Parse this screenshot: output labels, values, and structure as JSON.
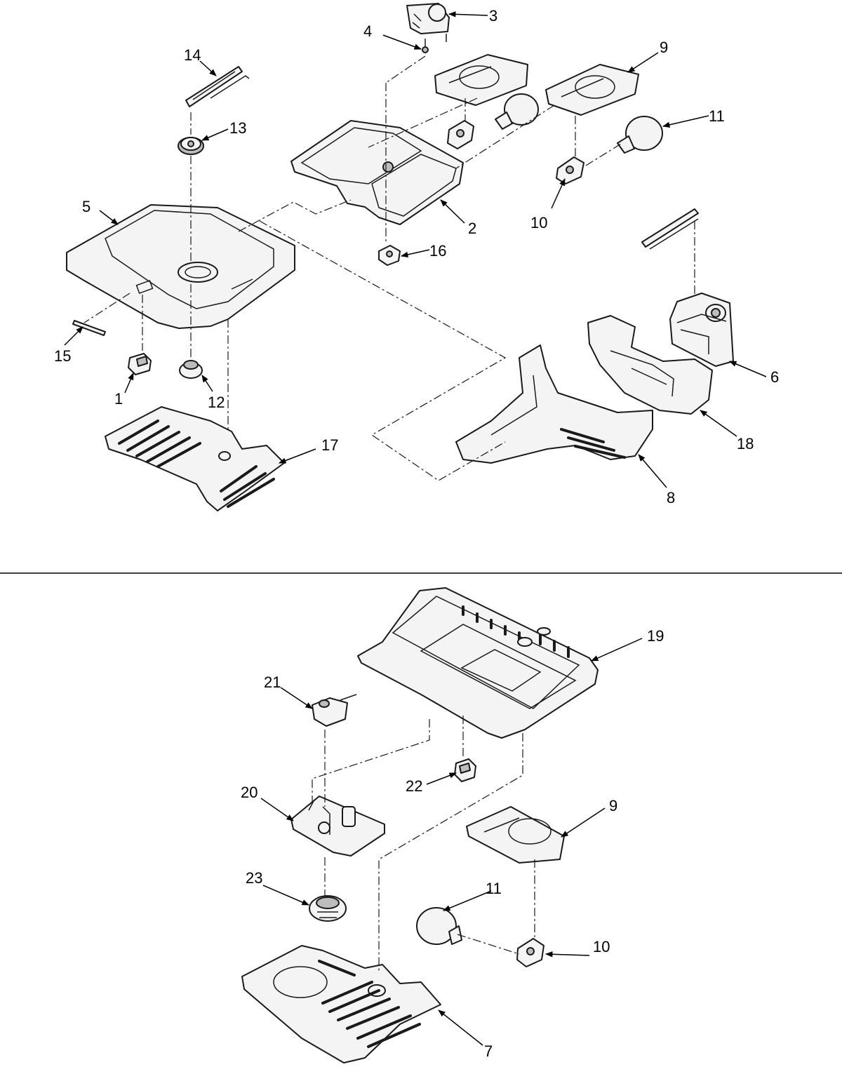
{
  "callouts": {
    "c1": "1",
    "c2": "2",
    "c3": "3",
    "c4": "4",
    "c5": "5",
    "c6": "6",
    "c7": "7",
    "c8": "8",
    "c9_top": "9",
    "c9_bottom": "9",
    "c10_top": "10",
    "c10_bottom": "10",
    "c11_top": "11",
    "c11_bottom": "11",
    "c12": "12",
    "c13": "13",
    "c14": "14",
    "c15": "15",
    "c16": "16",
    "c17": "17",
    "c18": "18",
    "c19": "19",
    "c20": "20",
    "c21": "21",
    "c22": "22",
    "c23": "23"
  }
}
